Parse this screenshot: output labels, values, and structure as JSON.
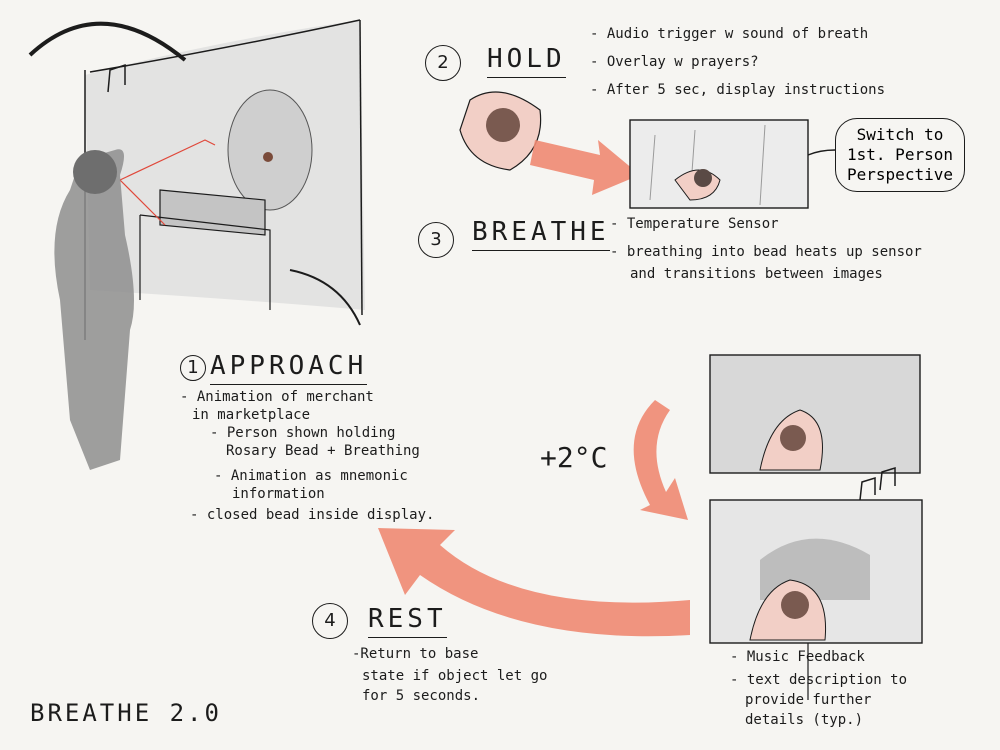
{
  "title": "BREATHE 2.0",
  "steps": [
    {
      "number": "1",
      "heading": "APPROACH",
      "notes": [
        "- Animation of merchant",
        "in marketplace",
        "- Person shown holding",
        "Rosary Bead + Breathing",
        "- Animation as mnemonic",
        "information",
        "- closed bead inside display."
      ]
    },
    {
      "number": "2",
      "heading": "HOLD",
      "notes": [
        "- Audio trigger w sound of breath",
        "- Overlay w prayers?",
        "- After 5 sec, display instructions"
      ]
    },
    {
      "number": "3",
      "heading": "BREATHE",
      "notes": [
        "- Temperature Sensor",
        "- breathing into bead heats up sensor",
        "and transitions between images"
      ]
    },
    {
      "number": "4",
      "heading": "REST",
      "notes": [
        "-Return to base",
        "state if object let go",
        "for 5 seconds."
      ]
    }
  ],
  "callout": "Switch to 1st. Person Perspective",
  "temperature": "+2°C",
  "feedback_notes": [
    "- Music Feedback",
    "- text description to",
    "provide further",
    "details (typ.)"
  ]
}
